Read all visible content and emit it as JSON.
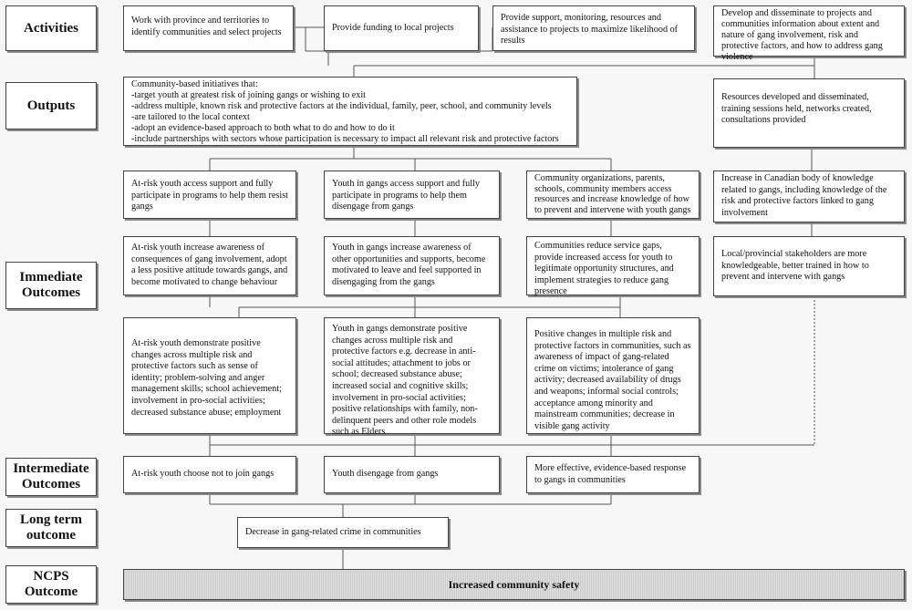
{
  "labels": {
    "activities": "Activities",
    "outputs": "Outputs",
    "immediate": "Immediate Outcomes",
    "intermediate": "Intermediate Outcomes",
    "long_term": "Long term outcome",
    "ncps": "NCPS Outcome"
  },
  "activities": [
    "Work with province and territories to identify communities and select projects",
    "Provide funding to local projects",
    "Provide support, monitoring, resources and assistance to projects to maximize likelihood of results",
    "Develop and disseminate to projects and communities information about extent and nature of gang involvement, risk and protective factors, and how to address gang violence"
  ],
  "outputs": {
    "community_heading": "Community-based initiatives that:",
    "community_items": [
      "-target youth at greatest risk of joining gangs or wishing to exit",
      "-address multiple, known risk and protective factors at the individual, family, peer, school, and community levels",
      "-are tailored to the local context",
      "-adopt an evidence-based approach to both what to do and how to do it",
      "-include partnerships with sectors whose participation is necessary to impact all relevant risk and protective factors"
    ],
    "resources": "Resources developed and disseminated, training sessions held,   networks created, consultations provided"
  },
  "immediate_row1": [
    "At-risk youth access support and fully participate in programs to help them resist gangs",
    "Youth in gangs access support and fully participate in programs to help them disengage from gangs",
    "Community organizations, parents, schools, community members access resources and increase knowledge of how to prevent and intervene with youth gangs",
    "Increase in Canadian body of knowledge related to gangs, including knowledge of the risk and protective factors linked to gang involvement"
  ],
  "immediate_row2": [
    "At-risk youth increase awareness of consequences of gang involvement, adopt a less positive attitude towards gangs, and become motivated to change behaviour",
    "Youth in gangs increase awareness of other opportunities and supports, become motivated to leave and feel supported in disengaging from the gangs",
    "Communities reduce service gaps, provide increased access for youth to legitimate opportunity structures, and implement strategies to reduce gang presence",
    "Local/provincial stakeholders are more knowledgeable, better trained in how to prevent and intervene with gangs"
  ],
  "immediate_row3": [
    "At-risk youth demonstrate positive changes across multiple risk and protective factors such as sense of identity; problem-solving and anger management skills; school achievement; involvement in pro-social activities; decreased substance abuse; employment",
    "Youth in gangs demonstrate positive changes across multiple risk and protective factors e.g. decrease in anti-social attitudes; attachment to jobs or school; decreased substance abuse; increased social and cognitive skills; involvement in pro-social activities; positive relationships with family, non-delinquent peers and other role models such as Elders",
    "Positive changes in multiple risk and protective factors in communities, such as awareness of impact of gang-related crime on victims;  intolerance of gang activity; decreased availability of drugs and weapons;  informal social controls; acceptance among minority and mainstream communities; decrease in visible gang activity"
  ],
  "intermediate": [
    "At-risk youth choose not to join gangs",
    "Youth disengage from gangs",
    "More effective, evidence-based response to gangs in communities"
  ],
  "long_term": "Decrease in gang-related crime in communities",
  "ncps": "Increased community safety"
}
